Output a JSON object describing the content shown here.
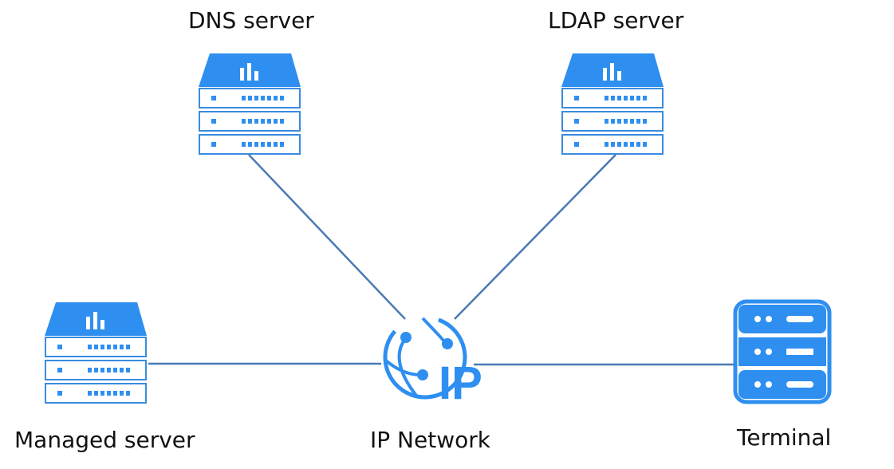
{
  "colors": {
    "accent": "#2E8FF0",
    "link": "#4A7AB5",
    "server_outline": "#3A8BE0",
    "text": "#111111"
  },
  "nodes": {
    "dns": {
      "label": "DNS server",
      "icon": "rack-server-icon"
    },
    "ldap": {
      "label": "LDAP server",
      "icon": "rack-server-icon"
    },
    "managed": {
      "label": "Managed server",
      "icon": "rack-server-icon"
    },
    "ip": {
      "label": "IP Network",
      "icon": "ip-globe-icon",
      "badge": "IP"
    },
    "terminal": {
      "label": "Terminal",
      "icon": "terminal-icon"
    }
  },
  "links": [
    {
      "from": "dns",
      "to": "ip"
    },
    {
      "from": "ldap",
      "to": "ip"
    },
    {
      "from": "managed",
      "to": "ip"
    },
    {
      "from": "ip",
      "to": "terminal"
    }
  ]
}
